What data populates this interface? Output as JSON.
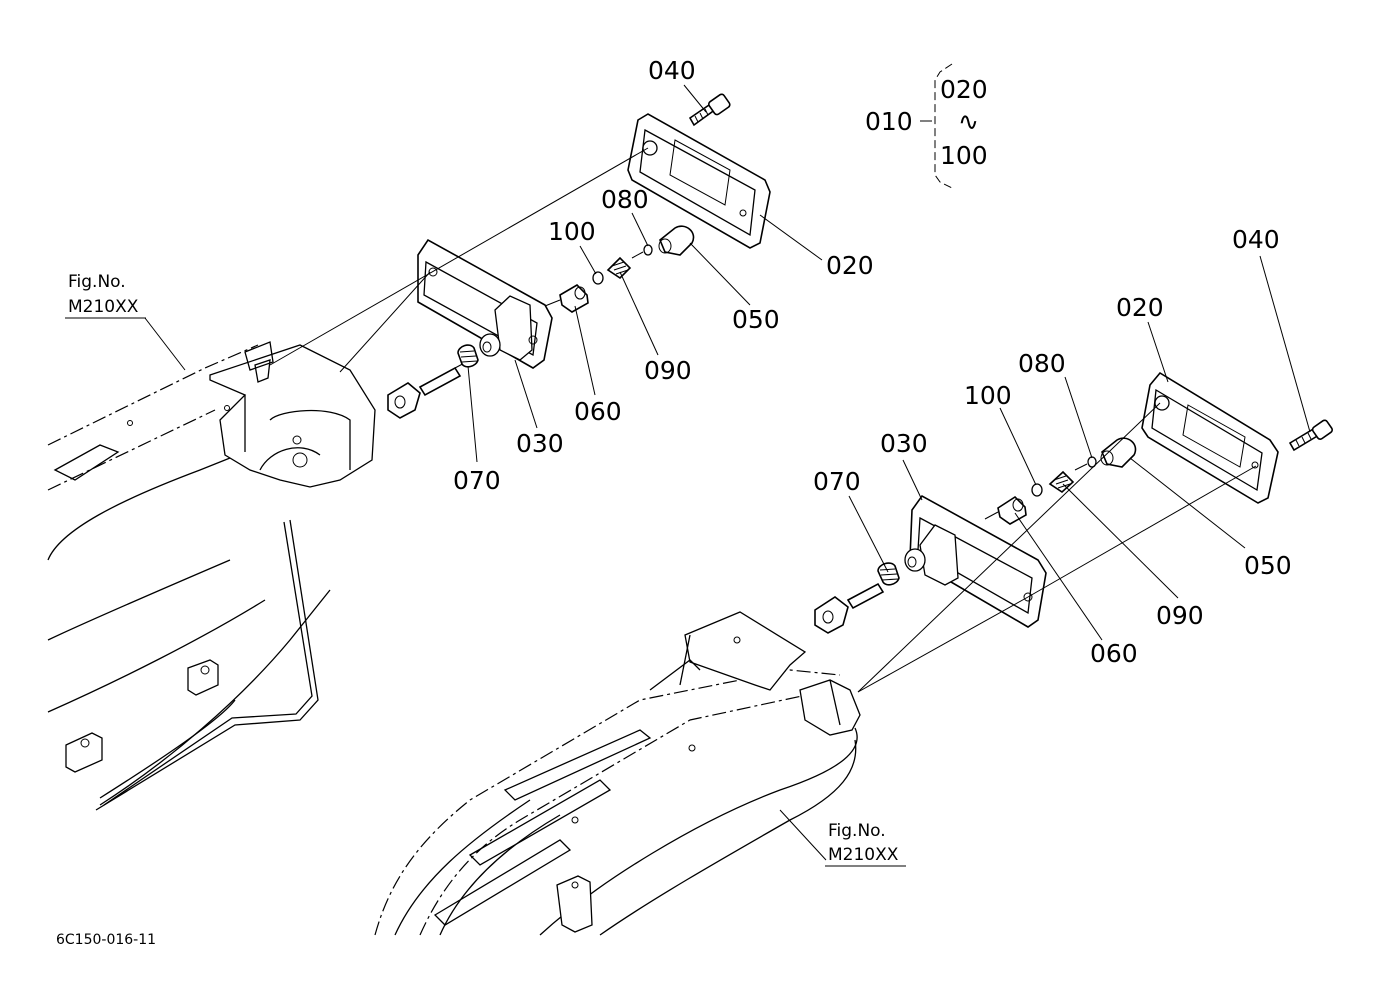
{
  "callouts_left": {
    "c040": "040",
    "c020": "020",
    "c080": "080",
    "c100": "100",
    "c050": "050",
    "c090": "090",
    "c060": "060",
    "c030": "030",
    "c070": "070"
  },
  "callouts_right": {
    "c040": "040",
    "c020": "020",
    "c080": "080",
    "c100": "100",
    "c050": "050",
    "c090": "090",
    "c060": "060",
    "c030": "030",
    "c070": "070"
  },
  "assembly": {
    "parent": "010",
    "from": "020",
    "range_mark": "∿",
    "to": "100"
  },
  "fig_ref_left": {
    "label": "Fig.No.",
    "number": "M210XX"
  },
  "fig_ref_right": {
    "label": "Fig.No.",
    "number": "M210XX"
  },
  "drawing_code": "6C150-016-11"
}
